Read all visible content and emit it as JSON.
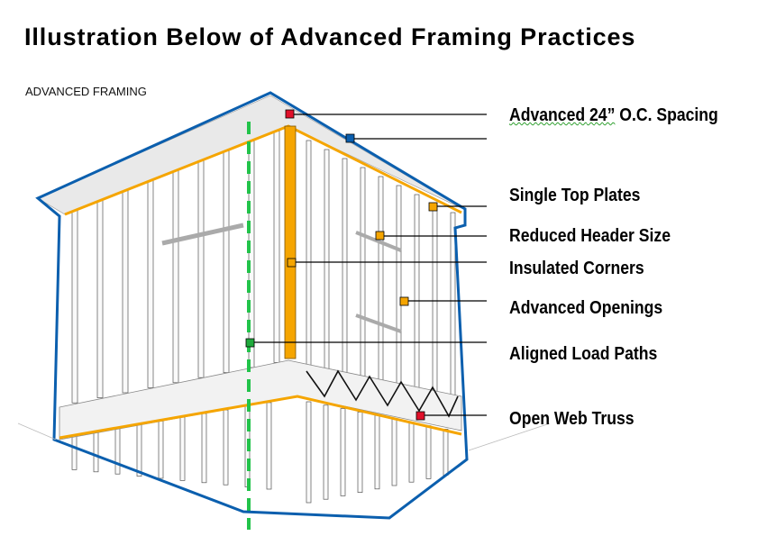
{
  "title": "Illustration Below of Advanced Framing Practices",
  "subtitle": "ADVANCED FRAMING",
  "labels": {
    "spacing_a": "Advanced  24”",
    "spacing_b": " O.C. Spacing",
    "top_plates": "Single Top Plates",
    "header": "Reduced Header Size",
    "corners": "Insulated Corners",
    "openings": "Advanced Openings",
    "load_paths": "Aligned Load Paths",
    "truss": "Open Web Truss"
  },
  "colors": {
    "outline": "#0b5fae",
    "framing_highlight": "#f5a500",
    "marker_red": "#e0102a",
    "marker_blue": "#0b5fae",
    "marker_green": "#1faa3c",
    "load_path": "#22c34a"
  }
}
